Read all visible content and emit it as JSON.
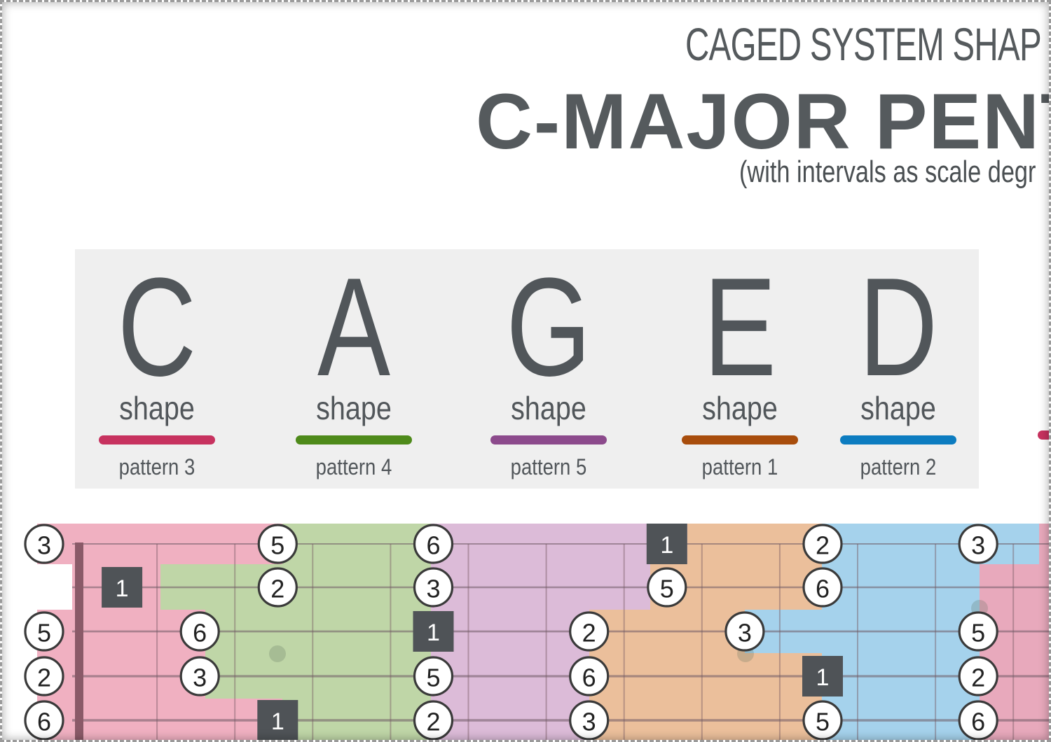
{
  "header": {
    "subtitle": "CAGED SYSTEM SHAP",
    "title": "C-MAJOR PENT",
    "note": "(with intervals as scale degr"
  },
  "shapes": [
    {
      "letter": "C",
      "word": "shape",
      "pattern": "pattern 3",
      "color": "#c7325f"
    },
    {
      "letter": "A",
      "word": "shape",
      "pattern": "pattern 4",
      "color": "#4e8a1a"
    },
    {
      "letter": "G",
      "word": "shape",
      "pattern": "pattern 5",
      "color": "#8c4a8c"
    },
    {
      "letter": "E",
      "word": "shape",
      "pattern": "pattern 1",
      "color": "#a84d0c"
    },
    {
      "letter": "D",
      "word": "shape",
      "pattern": "pattern 2",
      "color": "#0c7cc0"
    }
  ],
  "fretboard": {
    "region_colors": {
      "pattern_3": "#f0b0c1",
      "pattern_4": "#bfd6a7",
      "pattern_5": "#dcbbd8",
      "pattern_1": "#ebbf9b",
      "pattern_2": "#a5d2ec",
      "edge_pink": "#e8a9bc"
    },
    "root_box_color": "#4f5357",
    "nut_color": "#8a5a68",
    "notes": [
      {
        "string": 1,
        "fret": 0,
        "degree": "3"
      },
      {
        "string": 1,
        "fret": 3,
        "degree": "5"
      },
      {
        "string": 1,
        "fret": 5,
        "degree": "6"
      },
      {
        "string": 1,
        "fret": 8,
        "degree": "1",
        "root": true
      },
      {
        "string": 1,
        "fret": 10,
        "degree": "2"
      },
      {
        "string": 1,
        "fret": 12,
        "degree": "3"
      },
      {
        "string": 2,
        "fret": 1,
        "degree": "1",
        "root": true
      },
      {
        "string": 2,
        "fret": 3,
        "degree": "2"
      },
      {
        "string": 2,
        "fret": 5,
        "degree": "3"
      },
      {
        "string": 2,
        "fret": 8,
        "degree": "5"
      },
      {
        "string": 2,
        "fret": 10,
        "degree": "6"
      },
      {
        "string": 3,
        "fret": 0,
        "degree": "5"
      },
      {
        "string": 3,
        "fret": 2,
        "degree": "6"
      },
      {
        "string": 3,
        "fret": 5,
        "degree": "1",
        "root": true
      },
      {
        "string": 3,
        "fret": 7,
        "degree": "2"
      },
      {
        "string": 3,
        "fret": 9,
        "degree": "3"
      },
      {
        "string": 3,
        "fret": 12,
        "degree": "5"
      },
      {
        "string": 4,
        "fret": 0,
        "degree": "2"
      },
      {
        "string": 4,
        "fret": 2,
        "degree": "3"
      },
      {
        "string": 4,
        "fret": 5,
        "degree": "5"
      },
      {
        "string": 4,
        "fret": 7,
        "degree": "6"
      },
      {
        "string": 4,
        "fret": 10,
        "degree": "1",
        "root": true
      },
      {
        "string": 4,
        "fret": 12,
        "degree": "2"
      },
      {
        "string": 5,
        "fret": 0,
        "degree": "6"
      },
      {
        "string": 5,
        "fret": 3,
        "degree": "1",
        "root": true
      },
      {
        "string": 5,
        "fret": 5,
        "degree": "2"
      },
      {
        "string": 5,
        "fret": 7,
        "degree": "3"
      },
      {
        "string": 5,
        "fret": 10,
        "degree": "5"
      },
      {
        "string": 5,
        "fret": 12,
        "degree": "6"
      }
    ]
  }
}
